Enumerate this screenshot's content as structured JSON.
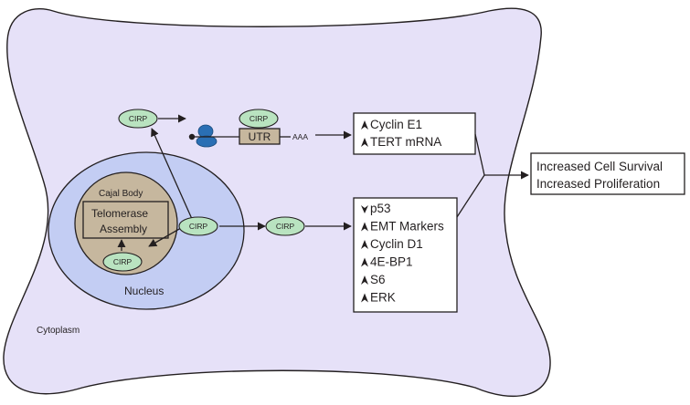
{
  "colors": {
    "cytoplasm": "#e6e1f8",
    "nucleus": "#c3cdf3",
    "cajal_body": "#c6b79e",
    "cirp": "#b9e3c0",
    "utr_box": "#c6b79e",
    "ribosome": "#2a6fb4",
    "outline": "#231f20"
  },
  "labels": {
    "cytoplasm": "Cytoplasm",
    "nucleus": "Nucleus",
    "cajal_body": "Cajal Body",
    "telomerase_line1": "Telomerase",
    "telomerase_line2": "Assembly",
    "utr": "UTR",
    "poly_a": "AAA",
    "cirp": "CIRP"
  },
  "target_box_1": {
    "items": [
      {
        "direction": "up",
        "text": "Cyclin E1"
      },
      {
        "direction": "up",
        "text": "TERT mRNA"
      }
    ]
  },
  "target_box_2": {
    "items": [
      {
        "direction": "down",
        "text": "p53"
      },
      {
        "direction": "up",
        "text": "EMT Markers"
      },
      {
        "direction": "up",
        "text": "Cyclin D1"
      },
      {
        "direction": "up",
        "text": "4E-BP1"
      },
      {
        "direction": "up",
        "text": "S6"
      },
      {
        "direction": "up",
        "text": "ERK"
      }
    ]
  },
  "outcome": {
    "line1": "Increased Cell Survival",
    "line2": "Increased Proliferation"
  }
}
